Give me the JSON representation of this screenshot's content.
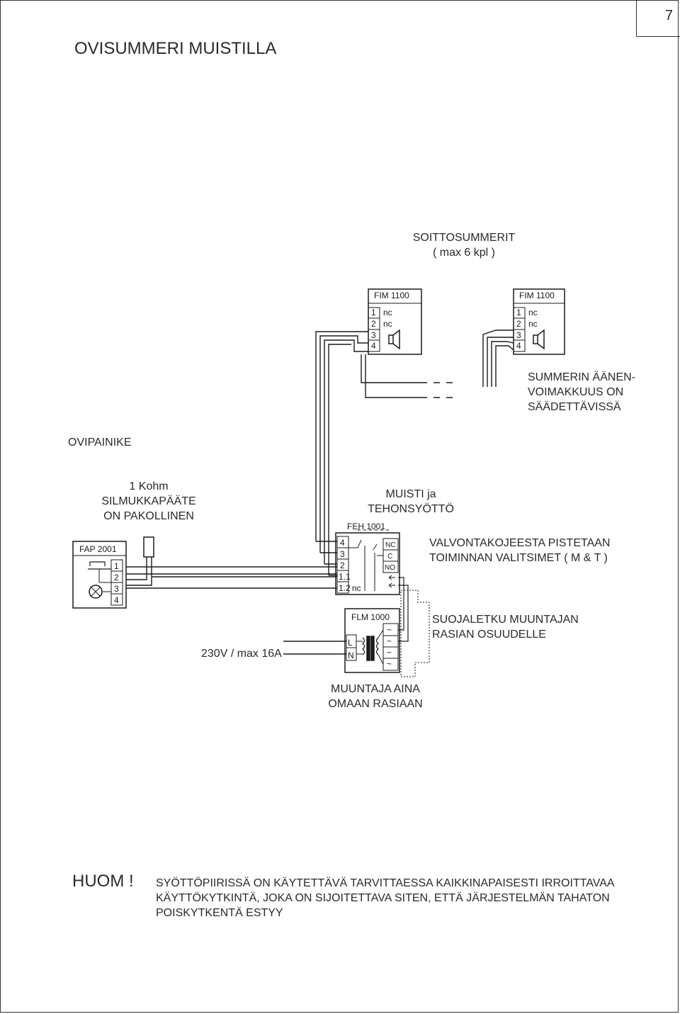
{
  "page": {
    "number": "7",
    "title": "OVISUMMERI MUISTILLA"
  },
  "labels": {
    "soittosummerit": [
      "SOITTOSUMMERIT",
      "( max 6 kpl )"
    ],
    "summerin": [
      "SUMMERIN ÄÄNEN-",
      "VOIMAKKUUS ON",
      "SÄÄDETTÄVISSÄ"
    ],
    "ovipainike": "OVIPAINIKE",
    "kohm": [
      "1 Kohm",
      "SILMUKKAPÄÄTE",
      "ON PAKOLLINEN"
    ],
    "muisti": [
      "MUISTI ja",
      "TEHONSYÖTTÖ"
    ],
    "valvonta": [
      "VALVONTAKOJEESTA PISTETAAN",
      "TOIMINNAN VALITSIMET  ( M & T )"
    ],
    "suojaletku": [
      "SUOJALETKU MUUNTAJAN",
      "RASIAN OSUUDELLE"
    ],
    "supply": "230V / max 16A",
    "muuntaja": [
      "MUUNTAJA AINA",
      "OMAAN RASIAAN"
    ]
  },
  "devices": {
    "fim_left": {
      "name": "FIM 1100",
      "terminals": [
        "1",
        "2",
        "3",
        "4"
      ],
      "nc": [
        "nc",
        "nc"
      ]
    },
    "fim_right": {
      "name": "FIM 1100",
      "terminals": [
        "1",
        "2",
        "3",
        "4"
      ],
      "nc": [
        "nc",
        "nc"
      ]
    },
    "fap": {
      "name": "FAP 2001",
      "terminals": [
        "1",
        "2",
        "3",
        "4"
      ]
    },
    "feh": {
      "name": "FEH 1001",
      "terminals": [
        "4",
        "3",
        "2",
        "1.1",
        "1.2"
      ],
      "nc_label": "nc",
      "relay": [
        "NC",
        "C",
        "NO"
      ]
    },
    "flm": {
      "name": "FLM 1000",
      "inputs": [
        "L",
        "N"
      ],
      "outputs": [
        "~",
        "~",
        "~",
        "~"
      ]
    }
  },
  "note": {
    "title": "HUOM !",
    "lines": [
      "SYÖTTÖPIIRISSÄ ON KÄYTETTÄVÄ TARVITTAESSA KAIKKINAPAISESTI IRROITTAVAA",
      "KÄYTTÖKYTKINTÄ, JOKA ON SIJOITETTAVA SITEN, ETTÄ JÄRJESTELMÄN TAHATON",
      "POISKYTKENTÄ ESTYY"
    ]
  }
}
